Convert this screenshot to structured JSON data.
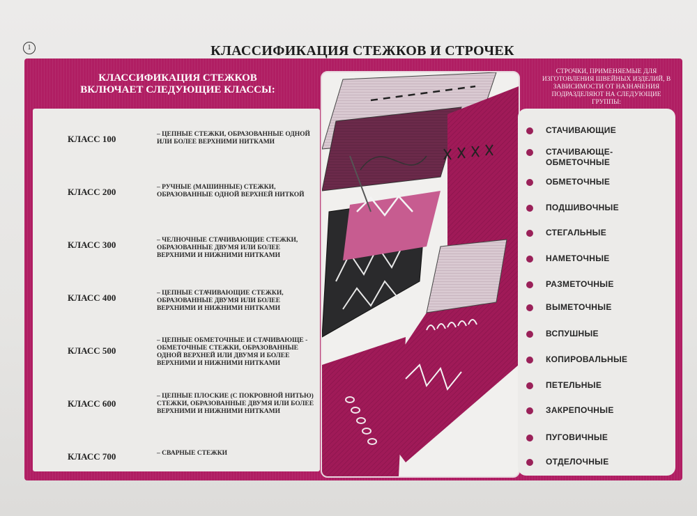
{
  "page_number": "1",
  "title": "КЛАССИФИКАЦИЯ СТЕЖКОВ И СТРОЧЕК",
  "left": {
    "header_line1": "КЛАССИФИКАЦИЯ СТЕЖКОВ",
    "header_line2": "ВКЛЮЧАЕТ СЛЕДУЮЩИЕ КЛАССЫ:",
    "classes": [
      {
        "label": "КЛАСС 100",
        "desc": "– ЦЕПНЫЕ СТЕЖКИ, ОБРАЗОВАННЫЕ ОДНОЙ ИЛИ БОЛЕЕ ВЕРХНИМИ НИТКАМИ"
      },
      {
        "label": "КЛАСС 200",
        "desc": "– РУЧНЫЕ (МАШИННЫЕ) СТЕЖКИ, ОБРАЗОВАННЫЕ ОДНОЙ ВЕРХНЕЙ НИТКОЙ"
      },
      {
        "label": "КЛАСС 300",
        "desc": "– ЧЕЛНОЧНЫЕ СТАЧИВАЮЩИЕ СТЕЖКИ, ОБРАЗОВАННЫЕ ДВУМЯ ИЛИ БОЛЕЕ ВЕРХНИМИ И НИЖНИМИ НИТКАМИ"
      },
      {
        "label": "КЛАСС 400",
        "desc": "– ЦЕПНЫЕ СТАЧИВАЮЩИЕ СТЕЖКИ, ОБРАЗОВАННЫЕ ДВУМЯ ИЛИ БОЛЕЕ ВЕРХНИМИ И НИЖНИМИ НИТКАМИ"
      },
      {
        "label": "КЛАСС 500",
        "desc": "– ЦЕПНЫЕ ОБМЕТОЧНЫЕ И СТАЧИВАЮЩЕ - ОБМЕТОЧНЫЕ СТЕЖКИ, ОБРАЗОВАННЫЕ ОДНОЙ ВЕРХНЕЙ ИЛИ ДВУМЯ И БОЛЕЕ ВЕРХНИМИ И НИЖНИМИ НИТКАМИ"
      },
      {
        "label": "КЛАСС 600",
        "desc": "– ЦЕПНЫЕ ПЛОСКИЕ (С ПОКРОВНОЙ НИТЬЮ) СТЕЖКИ, ОБРАЗОВАННЫЕ ДВУМЯ ИЛИ БОЛЕЕ ВЕРХНИМИ И НИЖНИМИ НИТКАМИ"
      },
      {
        "label": "КЛАСС 700",
        "desc": "– СВАРНЫЕ СТЕЖКИ"
      }
    ]
  },
  "right": {
    "header": "СТРОЧКИ, ПРИМЕНЯЕМЫЕ ДЛЯ ИЗГОТОВЛЕНИЯ ШВЕЙНЫХ ИЗДЕЛИЙ, В ЗАВИСИМОСТИ ОТ НАЗНАЧЕНИЯ ПОДРАЗДЕЛЯЮТ НА СЛЕДУЮЩИЕ ГРУППЫ:",
    "groups": [
      "СТАЧИВАЮЩИЕ",
      "СТАЧИВАЮЩЕ-ОБМЕТОЧНЫЕ",
      "ОБМЕТОЧНЫЕ",
      "ПОДШИВОЧНЫЕ",
      "СТЕГАЛЬНЫЕ",
      "НАМЕТОЧНЫЕ",
      "РАЗМЕТОЧНЫЕ",
      "ВЫМЕТОЧНЫЕ",
      "ВСПУШНЫЕ",
      "КОПИРОВАЛЬНЫЕ",
      "ПЕТЕЛЬНЫЕ",
      "ЗАКРЕПОЧНЫЕ",
      "ПУГОВИЧНЫЕ",
      "ОТДЕЛОЧНЫЕ"
    ]
  },
  "colors": {
    "magenta": "#b01e63",
    "bullet": "#9a2159",
    "panel": "#ecebe9",
    "dark_fabric": "#2a2a2c"
  }
}
